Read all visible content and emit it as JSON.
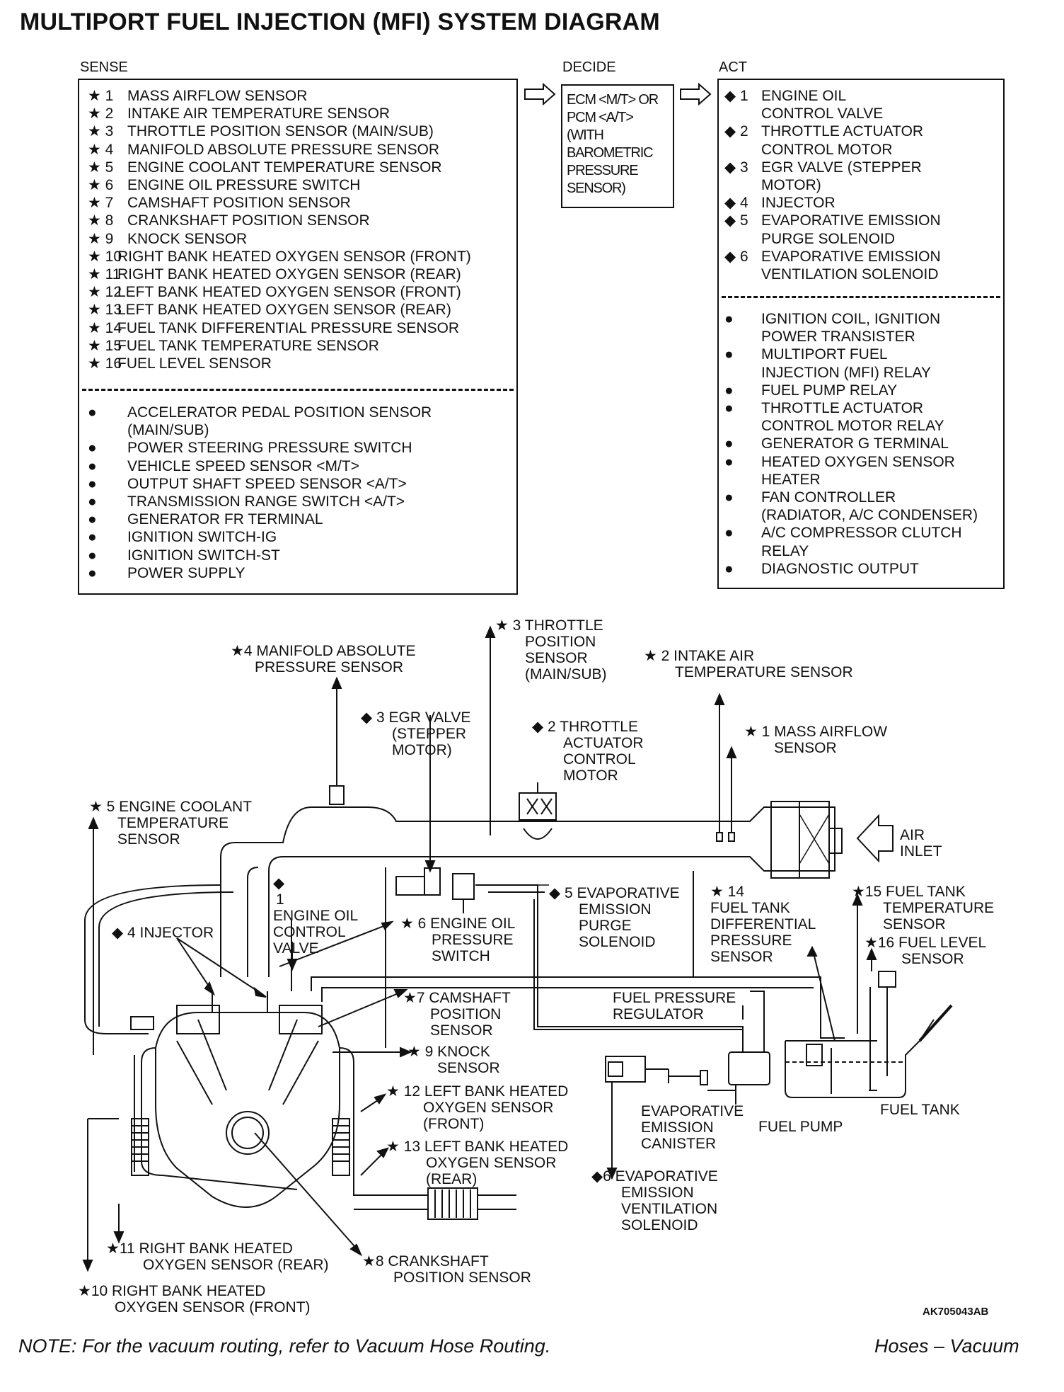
{
  "title": "MULTIPORT FUEL INJECTION (MFI) SYSTEM DIAGRAM",
  "sections": {
    "sense": "SENSE",
    "decide": "DECIDE",
    "act": "ACT"
  },
  "sense_items": [
    {
      "mark": "★ 1",
      "text": "MASS AIRFLOW SENSOR"
    },
    {
      "mark": "★ 2",
      "text": "INTAKE AIR TEMPERATURE SENSOR"
    },
    {
      "mark": "★ 3",
      "text": "THROTTLE POSITION SENSOR (MAIN/SUB)"
    },
    {
      "mark": "★ 4",
      "text": "MANIFOLD ABSOLUTE PRESSURE SENSOR"
    },
    {
      "mark": "★ 5",
      "text": "ENGINE COOLANT TEMPERATURE SENSOR"
    },
    {
      "mark": "★ 6",
      "text": "ENGINE OIL PRESSURE SWITCH"
    },
    {
      "mark": "★ 7",
      "text": "CAMSHAFT POSITION SENSOR"
    },
    {
      "mark": "★ 8",
      "text": "CRANKSHAFT POSITION SENSOR"
    },
    {
      "mark": "★ 9",
      "text": "KNOCK SENSOR"
    },
    {
      "mark": "★ 10",
      "text": "RIGHT BANK HEATED OXYGEN SENSOR (FRONT)"
    },
    {
      "mark": "★ 11",
      "text": "RIGHT BANK HEATED OXYGEN SENSOR (REAR)"
    },
    {
      "mark": "★ 12",
      "text": "LEFT BANK HEATED OXYGEN SENSOR (FRONT)"
    },
    {
      "mark": "★ 13",
      "text": "LEFT BANK HEATED OXYGEN SENSOR (REAR)"
    },
    {
      "mark": "★ 14",
      "text": "FUEL TANK DIFFERENTIAL PRESSURE SENSOR"
    },
    {
      "mark": "★ 15",
      "text": "FUEL TANK TEMPERATURE SENSOR"
    },
    {
      "mark": "★ 16",
      "text": "FUEL LEVEL SENSOR"
    }
  ],
  "sense_other": [
    "ACCELERATOR PEDAL POSITION SENSOR",
    "(MAIN/SUB)",
    "POWER STEERING PRESSURE SWITCH",
    "VEHICLE SPEED SENSOR <M/T>",
    "OUTPUT SHAFT SPEED SENSOR <A/T>",
    "TRANSMISSION RANGE SWITCH <A/T>",
    "GENERATOR FR TERMINAL",
    "IGNITION SWITCH-IG",
    "IGNITION SWITCH-ST",
    "POWER SUPPLY"
  ],
  "decide_lines": [
    "ECM <M/T> OR",
    "PCM <A/T>",
    "(WITH",
    "BAROMETRIC",
    "PRESSURE",
    "SENSOR)"
  ],
  "act_items": [
    {
      "mark": "◆ 1",
      "lines": [
        "ENGINE OIL",
        "CONTROL VALVE"
      ]
    },
    {
      "mark": "◆ 2",
      "lines": [
        "THROTTLE ACTUATOR",
        "CONTROL MOTOR"
      ]
    },
    {
      "mark": "◆ 3",
      "lines": [
        "EGR VALVE (STEPPER",
        "MOTOR)"
      ]
    },
    {
      "mark": "◆ 4",
      "lines": [
        "INJECTOR"
      ]
    },
    {
      "mark": "◆ 5",
      "lines": [
        "EVAPORATIVE EMISSION",
        "PURGE SOLENOID"
      ]
    },
    {
      "mark": "◆ 6",
      "lines": [
        "EVAPORATIVE EMISSION",
        "VENTILATION SOLENOID"
      ]
    }
  ],
  "act_other": [
    "IGNITION COIL, IGNITION",
    "POWER TRANSISTER",
    "MULTIPORT FUEL",
    "INJECTION (MFI) RELAY",
    "FUEL PUMP RELAY",
    "THROTTLE ACTUATOR",
    "CONTROL MOTOR RELAY",
    "GENERATOR G TERMINAL",
    "HEATED OXYGEN SENSOR",
    "HEATER",
    "FAN CONTROLLER",
    "(RADIATOR, A/C CONDENSER)",
    "A/C COMPRESSOR CLUTCH",
    "RELAY",
    "DIAGNOSTIC OUTPUT"
  ],
  "labels": {
    "map_sensor": [
      "★4 MANIFOLD ABSOLUTE",
      "PRESSURE SENSOR"
    ],
    "tps": [
      "★ 3 THROTTLE",
      "POSITION",
      "SENSOR",
      "(MAIN/SUB)"
    ],
    "iat": [
      "★ 2 INTAKE AIR",
      "TEMPERATURE SENSOR"
    ],
    "egr": [
      "◆ 3 EGR VALVE",
      "(STEPPER",
      "MOTOR)"
    ],
    "throttle_motor": [
      "◆ 2 THROTTLE",
      "ACTUATOR",
      "CONTROL",
      "MOTOR"
    ],
    "maf": [
      "★ 1 MASS  AIRFLOW",
      "SENSOR"
    ],
    "ect": [
      "★ 5 ENGINE COOLANT",
      "TEMPERATURE",
      "SENSOR"
    ],
    "air_inlet": [
      "AIR",
      "INLET"
    ],
    "oil_valve": [
      "◆",
      "1",
      "ENGINE OIL",
      "CONTROL",
      "VALVE"
    ],
    "purge": [
      "◆ 5 EVAPORATIVE",
      "EMISSION",
      "PURGE",
      "SOLENOID"
    ],
    "tank_diff": [
      "★ 14",
      "FUEL TANK",
      "DIFFERENTIAL",
      "PRESSURE",
      "SENSOR"
    ],
    "tank_temp": [
      "★15 FUEL TANK",
      "TEMPERATURE",
      "SENSOR"
    ],
    "fuel_level": [
      "★16 FUEL LEVEL",
      "SENSOR"
    ],
    "injector": [
      "◆ 4 INJECTOR"
    ],
    "oil_switch": [
      "★ 6 ENGINE OIL",
      "PRESSURE",
      "SWITCH"
    ],
    "camshaft": [
      "★7 CAMSHAFT",
      "POSITION",
      "SENSOR"
    ],
    "fpr": [
      "FUEL PRESSURE",
      "REGULATOR"
    ],
    "knock": [
      "★ 9 KNOCK",
      "SENSOR"
    ],
    "lb_front": [
      "★ 12 LEFT BANK HEATED",
      "OXYGEN SENSOR",
      "(FRONT)"
    ],
    "canister": [
      "EVAPORATIVE",
      "EMISSION",
      "CANISTER"
    ],
    "fuel_pump": [
      "FUEL PUMP"
    ],
    "fuel_tank": [
      "FUEL TANK"
    ],
    "lb_rear": [
      "★ 13 LEFT BANK HEATED",
      "OXYGEN SENSOR",
      "(REAR)"
    ],
    "vent": [
      "◆6 EVAPORATIVE",
      "EMISSION",
      "VENTILATION",
      "SOLENOID"
    ],
    "rb_rear": [
      "★11 RIGHT BANK HEATED",
      "OXYGEN  SENSOR (REAR)"
    ],
    "crank": [
      "★8 CRANKSHAFT",
      "POSITION SENSOR"
    ],
    "rb_front": [
      "★10 RIGHT BANK HEATED",
      "OXYGEN SENSOR (FRONT)"
    ]
  },
  "figure_code": "AK705043AB",
  "note": "NOTE: For the vacuum routing, refer to  Vacuum Hose Routing.",
  "footer_right": "Hoses – Vacuum"
}
